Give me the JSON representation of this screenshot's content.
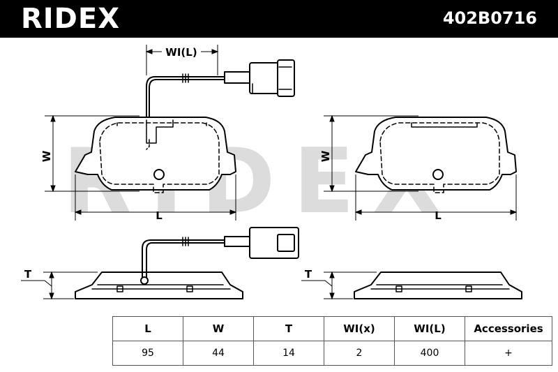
{
  "header": {
    "brand": "RIDEX",
    "part_number": "402B0716"
  },
  "drawing": {
    "watermark": "RIDEX",
    "dim_labels": {
      "wire_length": "WI(L)",
      "width_left": "W",
      "width_right": "W",
      "length_left": "L",
      "length_right": "L",
      "thickness_left": "T",
      "thickness_right": "T"
    }
  },
  "specs_table": {
    "headers": [
      "L",
      "W",
      "T",
      "WI(x)",
      "WI(L)",
      "Accessories"
    ],
    "values": [
      "95",
      "44",
      "14",
      "2",
      "400",
      "+"
    ]
  }
}
